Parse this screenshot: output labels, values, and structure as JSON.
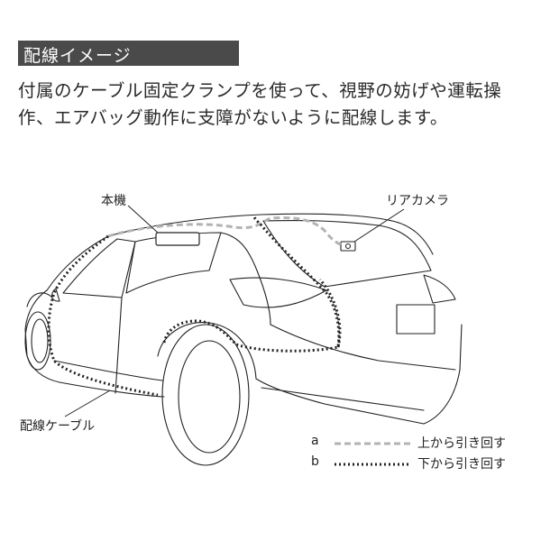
{
  "header": {
    "title": "配線イメージ"
  },
  "description": "付属のケーブル固定クランプを使って、視野の妨げや運転操作、エアバッグ動作に支障がないように配線します。",
  "labels": {
    "main_unit": "本機",
    "rear_camera": "リアカメラ",
    "wiring_cable": "配線ケーブル"
  },
  "legend": [
    {
      "key": "a",
      "text": "上から引き回す",
      "style": "dashed",
      "color": "#b3b3b3"
    },
    {
      "key": "b",
      "text": "下から引き回す",
      "style": "dotted",
      "color": "#222222"
    }
  ]
}
